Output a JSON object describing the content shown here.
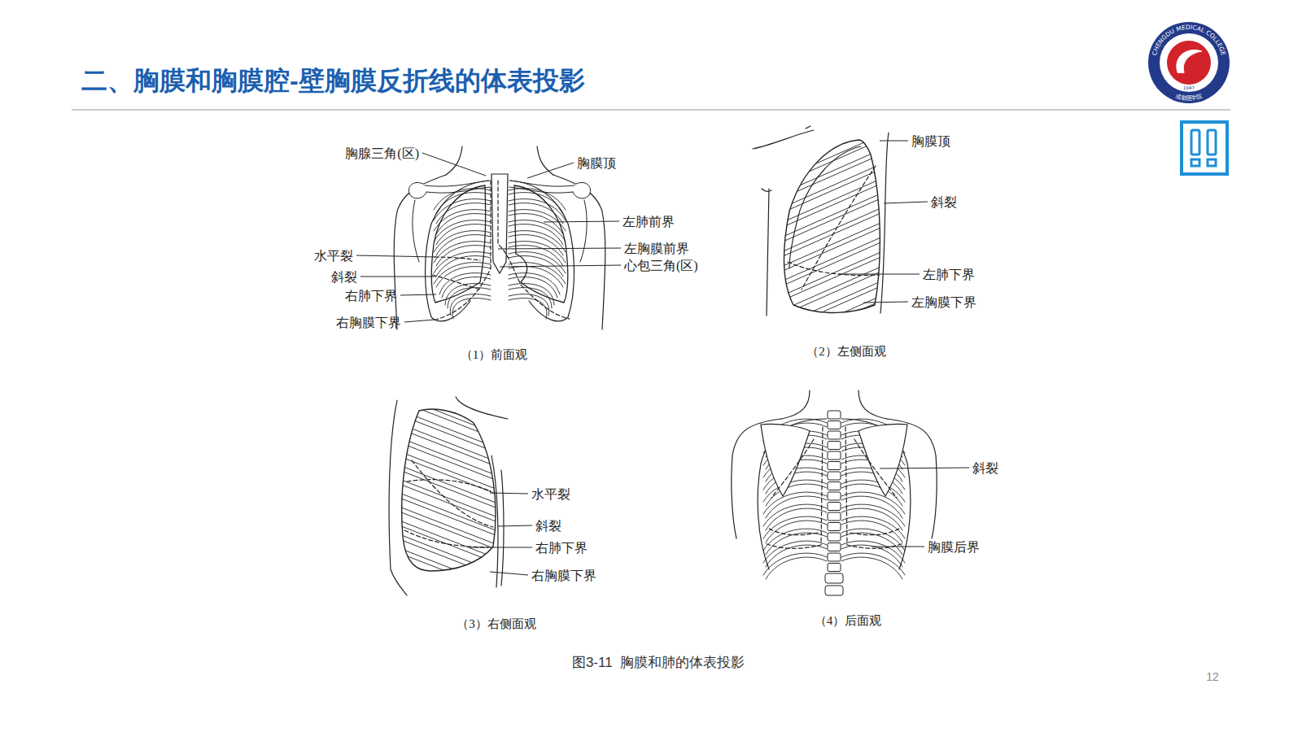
{
  "diagram": {
    "title": "二、胸膜和胸膜腔-壁胸膜反折线的体表投影",
    "caption": "图3-11  胸膜和肺的体表投影",
    "labels": [
      "胸腺三角(区)",
      "胸膜顶",
      "左肺前界",
      "水平裂",
      "左胸膜前界",
      "斜裂",
      "心包三角(区)",
      "右肺下界",
      "右胸膜下界",
      "（1）前面观",
      "胸膜顶",
      "斜裂",
      "左肺下界",
      "左胸膜下界",
      "（2）左侧面观",
      "水平裂",
      "斜裂",
      "右肺下界",
      "右胸膜下界",
      "（3）右侧面观",
      "斜裂",
      "胸膜后界",
      "（4）后面观",
      "12",
      "CHENGDU MEDICAL COLLEGE",
      "成都医学院",
      "1947"
    ]
  }
}
